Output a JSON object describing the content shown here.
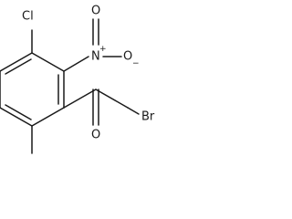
{
  "molecule": {
    "atoms": {
      "chlorine": "Cl",
      "nitro_nitrogen": "N",
      "nitro_nitrogen_charge": "+",
      "nitro_oxygen_top": "O",
      "nitro_oxygen_right": "O",
      "nitro_oxygen_right_charge": "−",
      "carbonyl_oxygen": "O",
      "bromine": "Br"
    }
  }
}
